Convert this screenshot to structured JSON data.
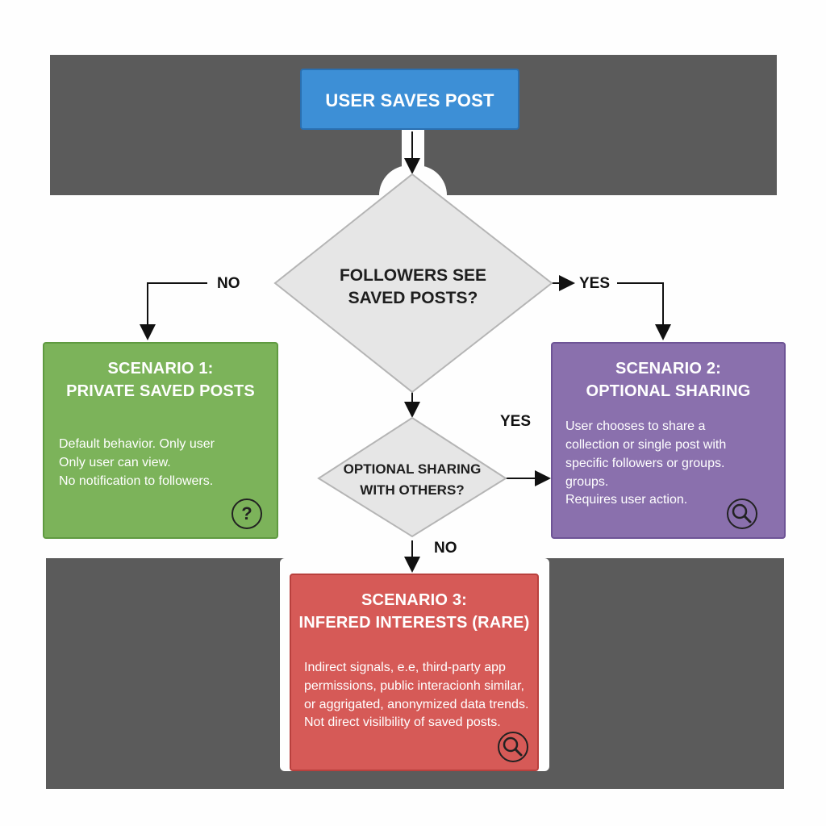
{
  "start": {
    "label": "USER SAVES POST"
  },
  "decision1": {
    "line1": "FOLLOWERS SEE",
    "line2": "SAVED POSTS?"
  },
  "decision2": {
    "line1": "OPTIONAL SHARING",
    "line2": "WITH OTHERS?"
  },
  "edges": {
    "d1_no": "NO",
    "d1_yes": "YES",
    "d2_yes": "YES",
    "d2_no": "NO"
  },
  "scenario1": {
    "title_line1": "SCENARIO 1:",
    "title_line2": "PRIVATE SAVED POSTS",
    "body": [
      "Default behavior. Only user",
      "Only user can view.",
      "No notification to followers."
    ],
    "badge_icon": "question-icon",
    "badge_glyph": "?"
  },
  "scenario2": {
    "title_line1": "SCENARIO 2:",
    "title_line2": "OPTIONAL SHARING",
    "body": [
      "User chooses to share a",
      "collection or single post with",
      "specific followers or groups.",
      "groups.",
      "Requires user action."
    ],
    "badge_icon": "magnifier-icon"
  },
  "scenario3": {
    "title_line1": "SCENARIO 3:",
    "title_line2": "INFERED INTERESTS (RARE)",
    "body": [
      "Indirect signals, e.e, third-party app",
      "permissions, public interacionh similar,",
      "or aggrigated, anonymized data trends.",
      "Not direct visilbility of saved posts."
    ],
    "badge_icon": "magnifier-icon"
  },
  "colors": {
    "band": "#5b5b5b",
    "start": "#3d8fd6",
    "decision": "#e6e6e6",
    "scenario1": "#7cb35a",
    "scenario2": "#8a70ad",
    "scenario3": "#d65a57"
  }
}
